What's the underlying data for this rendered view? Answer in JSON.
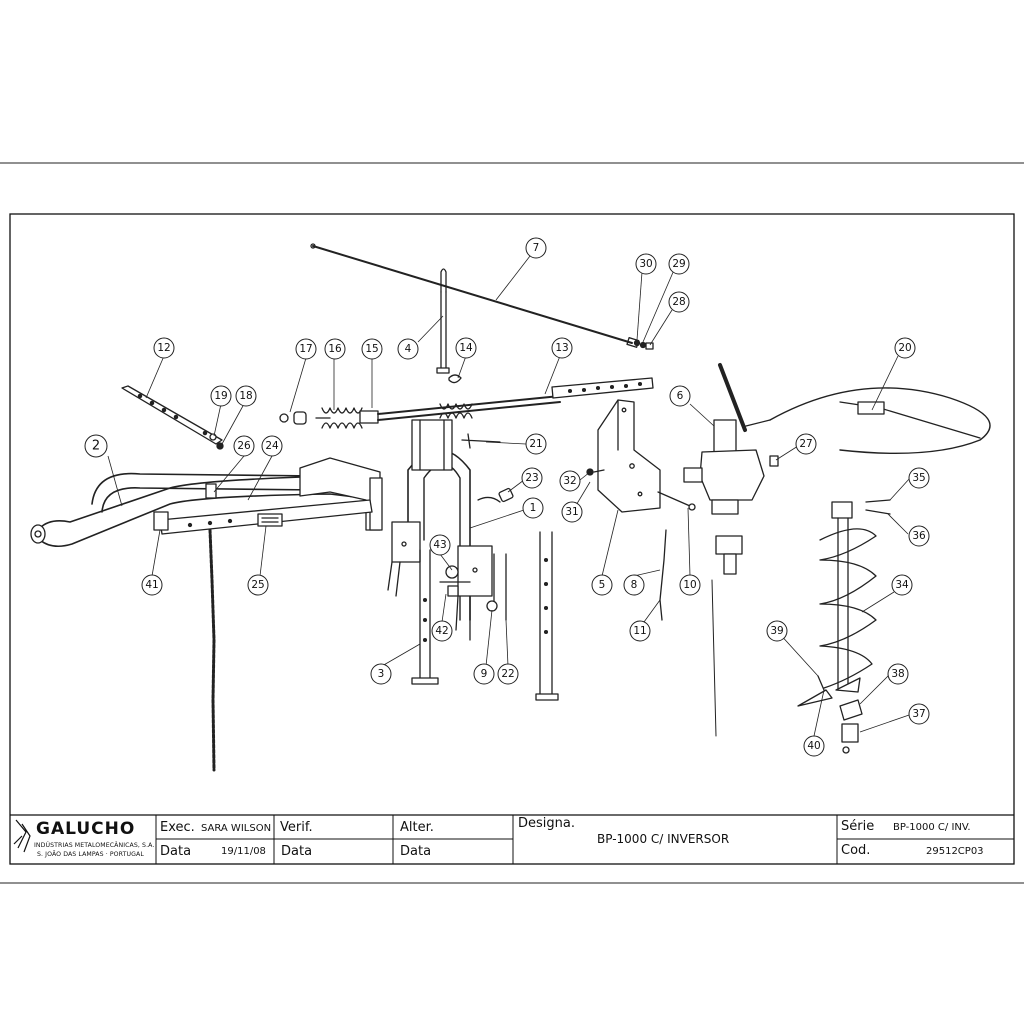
{
  "title_block": {
    "company": {
      "name": "GALUCHO",
      "line1": "INDÚSTRIAS METALOMECÂNICAS, S.A.",
      "line2": "S. JOÃO DAS LAMPAS · PORTUGAL"
    },
    "exec_label": "Exec.",
    "exec_value": "SARA WILSON",
    "data_label": "Data",
    "data_value": "19/11/08",
    "verif_label": "Verif.",
    "verif_data_label": "Data",
    "alter_label": "Alter.",
    "alter_data_label": "Data",
    "designa_label": "Designa.",
    "designa_value": "BP-1000 C/ INVERSOR",
    "serie_label": "Série",
    "serie_value": "BP-1000 C/ INV.",
    "cod_label": "Cod.",
    "cod_value": "29512CP03"
  },
  "callouts": [
    {
      "id": "7",
      "label": "7"
    },
    {
      "id": "30",
      "label": "30"
    },
    {
      "id": "29",
      "label": "29"
    },
    {
      "id": "28",
      "label": "28"
    },
    {
      "id": "4",
      "label": "4"
    },
    {
      "id": "14",
      "label": "14"
    },
    {
      "id": "12",
      "label": "12"
    },
    {
      "id": "17",
      "label": "17"
    },
    {
      "id": "16",
      "label": "16"
    },
    {
      "id": "15",
      "label": "15"
    },
    {
      "id": "13",
      "label": "13"
    },
    {
      "id": "20",
      "label": "20"
    },
    {
      "id": "19",
      "label": "19"
    },
    {
      "id": "18",
      "label": "18"
    },
    {
      "id": "6",
      "label": "6"
    },
    {
      "id": "2",
      "label": "2"
    },
    {
      "id": "26",
      "label": "26"
    },
    {
      "id": "24",
      "label": "24"
    },
    {
      "id": "21",
      "label": "21"
    },
    {
      "id": "27",
      "label": "27"
    },
    {
      "id": "23",
      "label": "23"
    },
    {
      "id": "32",
      "label": "32"
    },
    {
      "id": "35",
      "label": "35"
    },
    {
      "id": "1",
      "label": "1"
    },
    {
      "id": "31",
      "label": "31"
    },
    {
      "id": "36",
      "label": "36"
    },
    {
      "id": "43",
      "label": "43"
    },
    {
      "id": "41",
      "label": "41"
    },
    {
      "id": "25",
      "label": "25"
    },
    {
      "id": "5",
      "label": "5"
    },
    {
      "id": "8",
      "label": "8"
    },
    {
      "id": "10",
      "label": "10"
    },
    {
      "id": "34",
      "label": "34"
    },
    {
      "id": "42",
      "label": "42"
    },
    {
      "id": "11",
      "label": "11"
    },
    {
      "id": "39",
      "label": "39"
    },
    {
      "id": "3",
      "label": "3"
    },
    {
      "id": "9",
      "label": "9"
    },
    {
      "id": "22",
      "label": "22"
    },
    {
      "id": "38",
      "label": "38"
    },
    {
      "id": "37",
      "label": "37"
    },
    {
      "id": "40",
      "label": "40"
    }
  ]
}
